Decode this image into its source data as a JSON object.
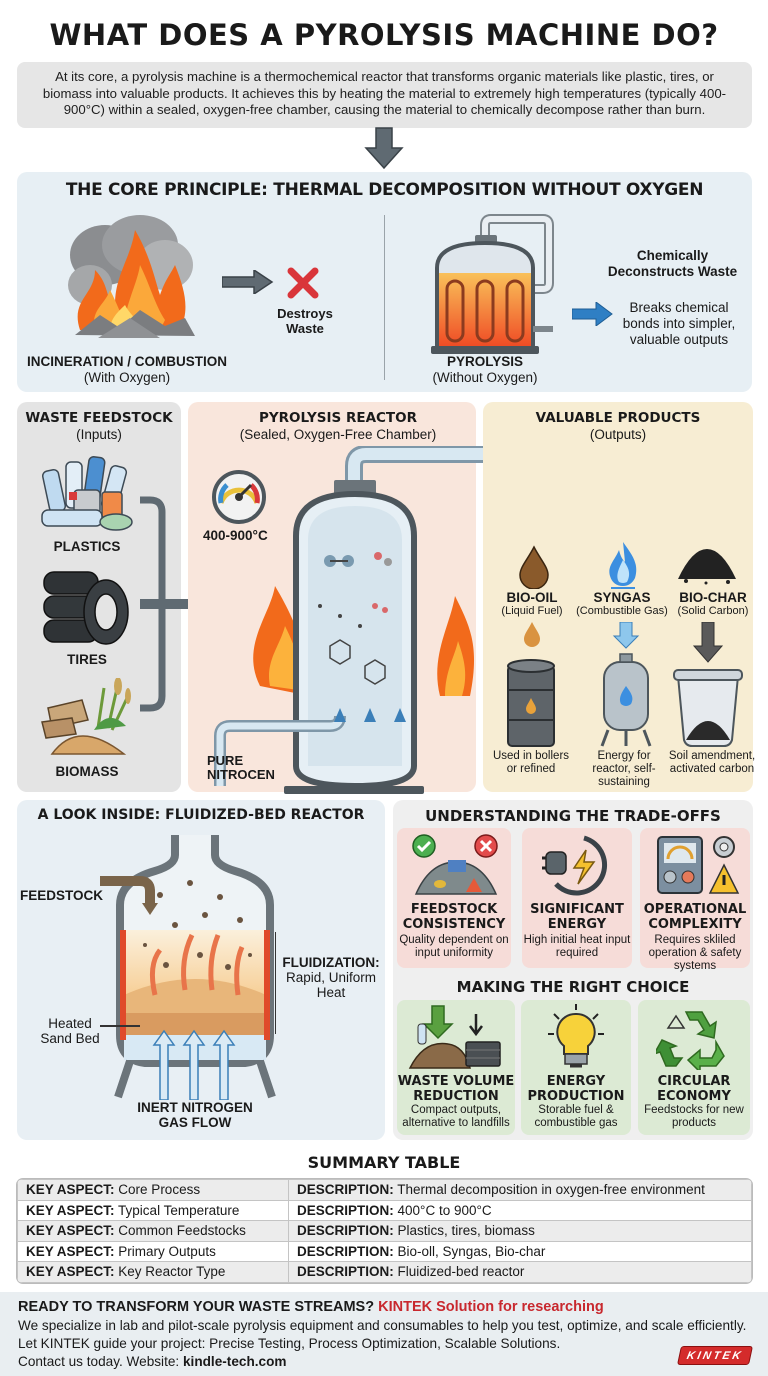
{
  "title": "WHAT DOES A PYROLYSIS MACHINE DO?",
  "intro": "At its core, a pyrolysis machine is a thermochemical reactor that transforms organic materials like plastic, tires, or biomass into valuable products. It achieves this by heating the material to extremely high temperatures (typically 400-900°C) within a sealed, oxygen-free chamber, causing the material to chemically decompose rather than burn.",
  "core_principle": {
    "heading": "THE CORE PRINCIPLE: THERMAL DECOMPOSITION WITHOUT OXYGEN",
    "incineration": {
      "label": "INCINERATION / COMBUSTION",
      "sub": "(With Oxygen)",
      "result": "Destroys Waste"
    },
    "pyrolysis": {
      "label": "PYROLYSIS",
      "sub": "(Without Oxygen)",
      "result_title": "Chemically Deconstructs Waste",
      "result_text": "Breaks chemical bonds into simpler, valuable outputs"
    }
  },
  "feedstock": {
    "heading": "WASTE FEEDSTOCK",
    "sub": "(Inputs)",
    "items": [
      {
        "label": "PLASTICS"
      },
      {
        "label": "TIRES"
      },
      {
        "label": "BIOMASS"
      }
    ]
  },
  "reactor": {
    "heading": "PYROLYSIS REACTOR",
    "sub": "(Sealed, Oxygen-Free Chamber)",
    "temperature": "400-900°C",
    "gas_inlet": "PURE NITROCEN"
  },
  "products": {
    "heading": "VALUABLE PRODUCTS",
    "sub": "(Outputs)",
    "items": [
      {
        "name": "BIO-OIL",
        "type": "(Liquid Fuel)",
        "use": "Used in bollers or refined",
        "color": "#e59a4a"
      },
      {
        "name": "SYNGAS",
        "type": "(Combustible Gas)",
        "use": "Energy for reactor, self-sustaining",
        "color": "#7fc0ea"
      },
      {
        "name": "BIO-CHAR",
        "type": "(Solid Carbon)",
        "use": "Soil amendment, activated carbon",
        "color": "#555555"
      }
    ]
  },
  "fluidized_bed": {
    "heading": "A LOOK INSIDE: FLUIDIZED-BED REACTOR",
    "feedstock_label": "FEEDSTOCK",
    "fluidization_title": "FLUIDIZATION:",
    "fluidization_text": "Rapid, Uniform Heat",
    "sand_label": "Heated Sand Bed",
    "gas_label": "INERT NITROGEN GAS FLOW"
  },
  "tradeoffs": {
    "heading": "UNDERSTANDING THE TRADE-OFFS",
    "cards": [
      {
        "title": "FEEDSTOCK CONSISTENCY",
        "text": "Quality dependent on input uniformity"
      },
      {
        "title": "SIGNIFICANT ENERGY",
        "text": "High initial heat input required"
      },
      {
        "title": "OPERATIONAL COMPLEXITY",
        "text": "Requires skliled operation & safety systems"
      }
    ]
  },
  "choice": {
    "heading": "MAKING THE RIGHT CHOICE",
    "cards": [
      {
        "title": "WASTE VOLUME REDUCTION",
        "text": "Compact outputs, alternative to landfills"
      },
      {
        "title": "ENERGY PRODUCTION",
        "text": "Storable fuel & combustible gas"
      },
      {
        "title": "CIRCULAR ECONOMY",
        "text": "Feedstocks for new products"
      }
    ]
  },
  "summary": {
    "heading": "SUMMARY TABLE",
    "key_prefix": "KEY ASPECT:",
    "desc_prefix": "DESCRIPTION:",
    "rows": [
      {
        "aspect": "Core Process",
        "description": "Thermal decomposition in oxygen-free environment"
      },
      {
        "aspect": "Typical Temperature",
        "description": "400°C to 900°C"
      },
      {
        "aspect": "Common Feedstocks",
        "description": "Plastics, tires, biomass"
      },
      {
        "aspect": "Primary Outputs",
        "description": "Bio-oll, Syngas, Bio-char"
      },
      {
        "aspect": "Key Reactor Type",
        "description": "Fluidized-bed reactor"
      }
    ]
  },
  "footer": {
    "cta": "READY TO TRANSFORM YOUR WASTE STREAMS?",
    "cta_brand": "KINTEK Solution for researching",
    "line1": "We specialize in lab and pilot-scale pyrolysis equipment and consumables to help you test, optimize, and scale efficiently.",
    "line2": "Let KINTEK guide your project: Precise Testing, Process Optimization, Scalable Solutions.",
    "line3_prefix": "Contact us today. Website: ",
    "website": "kindle-tech.com",
    "logo": "KINTEK"
  }
}
